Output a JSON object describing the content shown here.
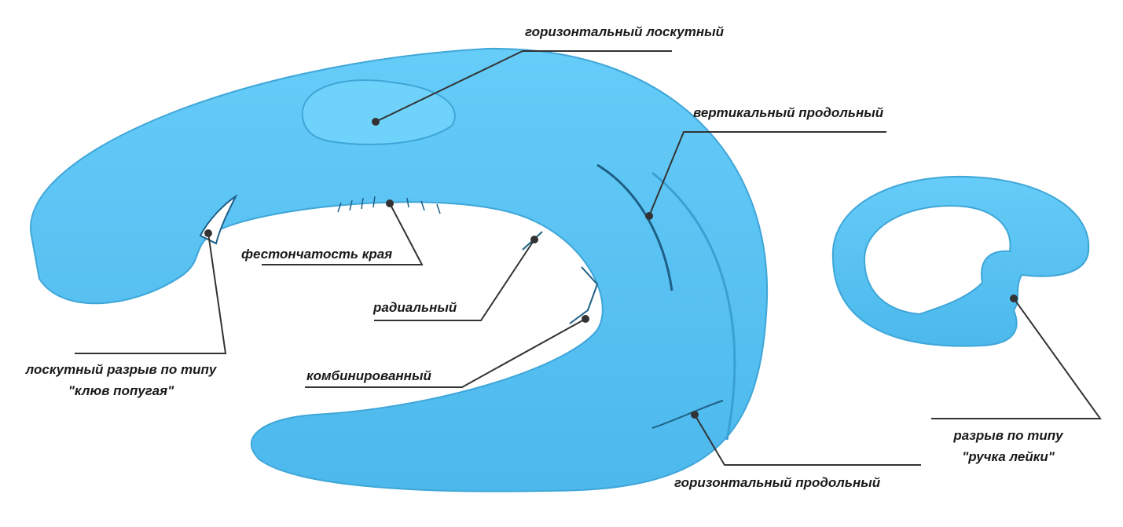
{
  "title": "Виды разрывов мениска",
  "colors": {
    "meniscus": "#5cc6f5",
    "meniscus_shade": "#3fa6d8",
    "line": "#333333"
  },
  "labels": {
    "horizontal_flap": "горизонтальный лоскутный",
    "vertical_longitudinal": "вертикальный продольный",
    "scalloped_edge": "фестончатость края",
    "radial": "радиальный",
    "combined": "комбинированный",
    "parrot_beak_1": "лоскутный разрыв по типу",
    "parrot_beak_2": "\"клюв попугая\"",
    "bucket_handle_1": "разрыв по типу",
    "bucket_handle_2": "\"ручка лейки\"",
    "horizontal_longitudinal": "горизонтальный продольный"
  }
}
